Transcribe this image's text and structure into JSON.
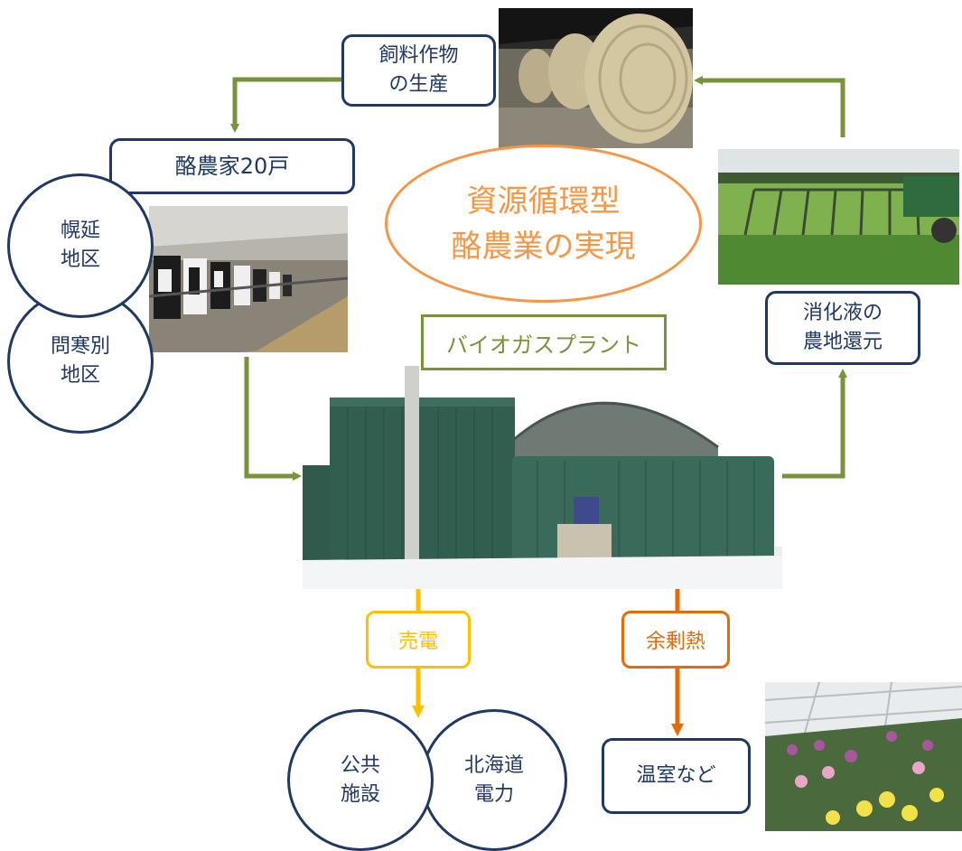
{
  "labels": {
    "feed_crop": "飼料作物\nの生産",
    "dairy_farms": "酪農家20戸",
    "horonobe": "幌延\n地区",
    "toikanbetsu": "問寒別\n地区",
    "central": "資源循環型\n酪農業の実現",
    "biogas_plant": "バイオガスプラント",
    "digestate": "消化液の\n農地還元",
    "electricity": "売電",
    "surplus_heat": "余剰熱",
    "public_facilities": "公共\n施設",
    "hokkaido_electric": "北海道\n電力",
    "greenhouse": "温室など"
  },
  "colors": {
    "navy": "#1f3864",
    "green_arrow": "#77933c",
    "orange": "#f79646",
    "yellow": "#ffc000",
    "dark_orange": "#e36c09"
  }
}
